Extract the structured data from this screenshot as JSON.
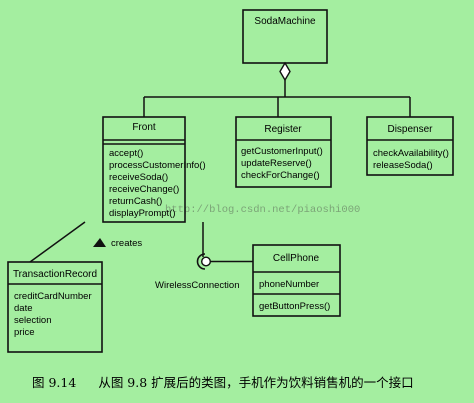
{
  "diagram": {
    "classes": {
      "soda_machine": {
        "name": "SodaMachine"
      },
      "front": {
        "name": "Front",
        "operations": [
          "accept()",
          "processCustomerInfo()",
          "receiveSoda()",
          "receiveChange()",
          "returnCash()",
          "displayPrompt()"
        ]
      },
      "register": {
        "name": "Register",
        "operations": [
          "getCustomerInput()",
          "updateReserve()",
          "checkForChange()"
        ]
      },
      "dispenser": {
        "name": "Dispenser",
        "operations": [
          "checkAvailability()",
          "releaseSoda()"
        ]
      },
      "transaction_record": {
        "name": "TransactionRecord",
        "attributes": [
          "creditCardNumber",
          "date",
          "selection",
          "price"
        ]
      },
      "cell_phone": {
        "name": "CellPhone",
        "attributes": [
          "phoneNumber"
        ],
        "operations": [
          "getButtonPress()"
        ]
      }
    },
    "relationships": {
      "creates_label": "creates",
      "interface_label": "WirelessConnection"
    },
    "watermark": "http://blog.csdn.net/piaoshi000"
  },
  "caption": {
    "figure_number": "图 9.14",
    "text": "从图 9.8 扩展后的类图，手机作为饮料销售机的一个接口"
  }
}
